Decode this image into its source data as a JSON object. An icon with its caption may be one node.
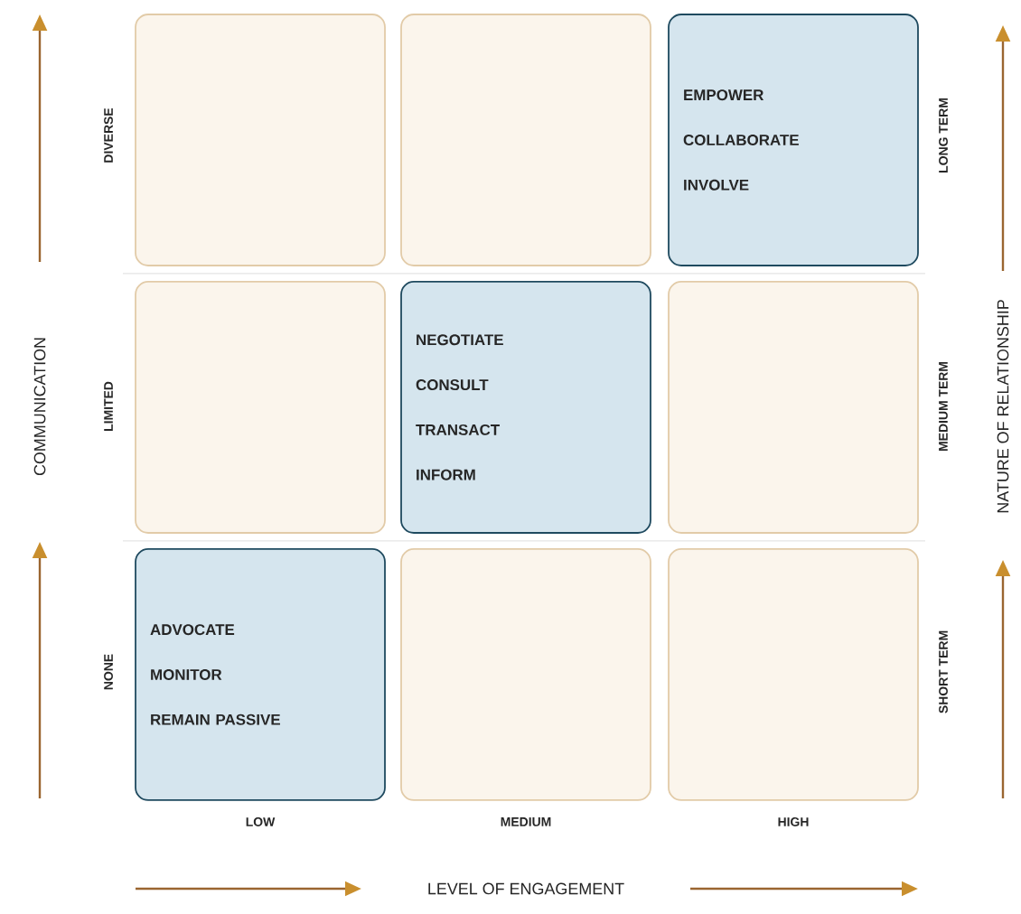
{
  "diagram": {
    "nodes": [
      {
        "text": [],
        "shape": "box"
      },
      {
        "text": [],
        "shape": "box"
      },
      {
        "text": [
          "EMPOWER",
          "COLLABORATE",
          "INVOLVE"
        ]
      },
      {
        "text": [],
        "shape": "box"
      },
      {
        "text": [
          "NEGOTIATE",
          "CONSULT",
          "TRANSACT",
          "INFORM"
        ]
      },
      {
        "text": [],
        "shape": "box"
      },
      {
        "text": [
          "ADVOCATE",
          "MONITOR",
          "REMAIN PASSIVE"
        ]
      },
      {
        "text": [],
        "shape": "box"
      },
      {
        "text": [],
        "shape": "box"
      }
    ],
    "labels": [
      "COMMUNICATION",
      "DIVERSE",
      "LIMITED",
      "NONE",
      "LONG TERM",
      "MEDIUM TERM",
      "SHORT TERM",
      "NATURE OF RELATIONSHIP",
      "LOW",
      "MEDIUM",
      "HIGH",
      "LEVEL OF ENGAGEMENT"
    ]
  }
}
